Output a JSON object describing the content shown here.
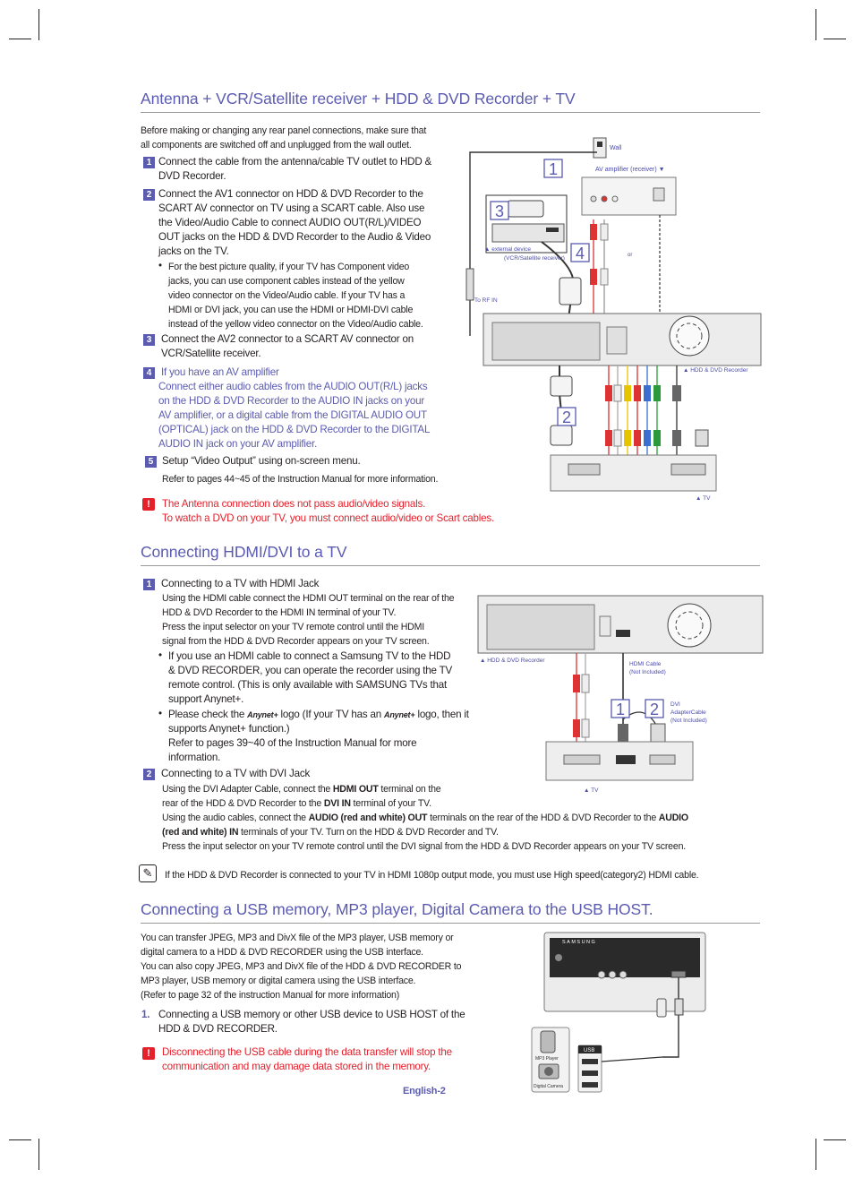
{
  "section1": {
    "title": "Antenna + VCR/Satellite receiver + HDD & DVD Recorder + TV",
    "intro": [
      "Before making or changing any rear panel connections, make sure that",
      "all components are switched off and unplugged from the wall outlet."
    ],
    "step1": {
      "num": "1",
      "lines": [
        "Connect the cable from the antenna/cable TV outlet to HDD &",
        "DVD Recorder."
      ]
    },
    "step2": {
      "num": "2",
      "lines": [
        "Connect the AV1 connector on HDD & DVD Recorder to the",
        "SCART AV connector on TV using a SCART cable. Also use",
        "the Video/Audio Cable to connect AUDIO OUT(R/L)/VIDEO",
        "OUT jacks on the HDD & DVD Recorder to the Audio & Video",
        "jacks on the TV."
      ]
    },
    "step2_bullet": [
      "For the best picture quality, if your TV has Component video",
      "jacks, you can use component cables instead of the yellow",
      "video connector on the Video/Audio cable. If your TV has a",
      "HDMI or DVI jack, you can use the HDMI or HDMI-DVI cable",
      "instead of the yellow video connector on the Video/Audio cable."
    ],
    "step3": {
      "num": "3",
      "lines": [
        "Connect the AV2 connector to a SCART AV connector on",
        "VCR/Satellite receiver."
      ]
    },
    "step4": {
      "num": "4",
      "heading": "If you have an AV amplifier",
      "lines": [
        "Connect either audio cables from the AUDIO OUT(R/L) jacks",
        "on the HDD & DVD Recorder to the AUDIO IN jacks on your",
        "AV amplifier, or a digital cable from the DIGITAL AUDIO OUT",
        "(OPTICAL) jack on the HDD & DVD Recorder to the DIGITAL",
        "AUDIO IN jack on your AV amplifier."
      ]
    },
    "step5": {
      "num": "5",
      "line": "Setup “Video Output” using on-screen menu.",
      "ref": "Refer to pages 44~45 of the Instruction Manual for more information."
    },
    "warning": [
      "The Antenna connection does not pass audio/video signals.",
      "To watch a DVD on your TV, you must connect audio/video or Scart cables."
    ],
    "diagram": {
      "wall": "Wall",
      "amp": "AV amplifier (receiver) ▼",
      "external1": "▲ external device",
      "external2": "(VCR/Satellite receiver)",
      "rfin": "To RF IN",
      "recorder": "▲ HDD & DVD Recorder",
      "tv": "▲ TV",
      "or": "or",
      "callout1": "1",
      "callout2": "2",
      "callout3": "3",
      "callout4": "4"
    }
  },
  "section2": {
    "title": "Connecting HDMI/DVI to a TV",
    "step1": {
      "num": "1",
      "heading": "Connecting to a TV with HDMI Jack",
      "lines": [
        "Using the HDMI cable connect the HDMI OUT terminal on the rear of the",
        "HDD & DVD Recorder to the HDMI IN terminal of your TV.",
        "Press the input selector on your TV remote control until the HDMI",
        "signal from the HDD & DVD Recorder appears on your TV screen."
      ]
    },
    "bullet1": [
      "If you use an HDMI cable to connect a Samsung TV to the HDD",
      "& DVD RECORDER, you can operate the recorder using the TV",
      "remote control. (This is only available with SAMSUNG TVs that",
      "support Anynet+."
    ],
    "bullet2": {
      "a": "Please check the",
      "logo": "Anynet+",
      "b": "logo (If your TV has an",
      "c": "logo, then it",
      "lines": [
        "supports Anynet+ function.)",
        "Refer to pages 39~40 of the Instruction Manual for more",
        "information."
      ]
    },
    "step2": {
      "num": "2",
      "heading": "Connecting to a TV with DVI Jack"
    },
    "dvi": {
      "l1a": "Using the DVI Adapter Cable, connect the ",
      "l1b": "HDMI OUT",
      "l1c": " terminal on the",
      "l2a": "rear of the HDD & DVD Recorder to the ",
      "l2b": "DVI IN",
      "l2c": " terminal of your TV.",
      "l3a": "Using the audio cables, connect the ",
      "l3b": "AUDIO (red and white) OUT",
      "l3c": " terminals on the rear of the HDD & DVD Recorder to the ",
      "l3d": "AUDIO",
      "l4a": "(red and white) IN",
      "l4b": " terminals of your TV. Turn on the HDD & DVD Recorder and TV.",
      "l5": "Press the input selector on your TV remote control until the DVI signal from the HDD & DVD Recorder appears on your TV screen."
    },
    "note": "If the HDD & DVD Recorder is connected to your TV in HDMI 1080p output mode, you must use High speed(category2) HDMI cable.",
    "diagram": {
      "recorder": "▲ HDD & DVD Recorder",
      "hdmi1": "HDMI Cable",
      "hdmi2": "(Not Included)",
      "dvi1": "DVI",
      "dvi2": "AdapterCable",
      "dvi3": "(Not Included)",
      "tv": "▲ TV",
      "callout1": "1",
      "callout2": "2"
    }
  },
  "section3": {
    "title": "Connecting a USB memory, MP3 player, Digital Camera to the USB HOST.",
    "lines": [
      "You can transfer JPEG, MP3 and DivX file of the MP3 player, USB memory or",
      "digital camera to a HDD & DVD RECORDER using the USB interface.",
      "You can also copy JPEG, MP3 and DivX file of the HDD & DVD RECORDER to",
      "MP3 player, USB memory or digital camera using the USB interface.",
      "(Refer to page 32 of the instruction Manual for more information)"
    ],
    "step1": {
      "num": "1.",
      "lines": [
        "Connecting a USB memory or other USB device to USB HOST of the",
        "HDD & DVD RECORDER."
      ]
    },
    "warning": [
      "Disconnecting the USB cable during the data transfer will stop the",
      "communication and may damage data stored in the memory."
    ],
    "diagram": {
      "brand": "SAMSUNG",
      "mp3": "MP3 Player",
      "camera": "Digital Camera",
      "usb": "USB"
    }
  },
  "footer": "English-2"
}
